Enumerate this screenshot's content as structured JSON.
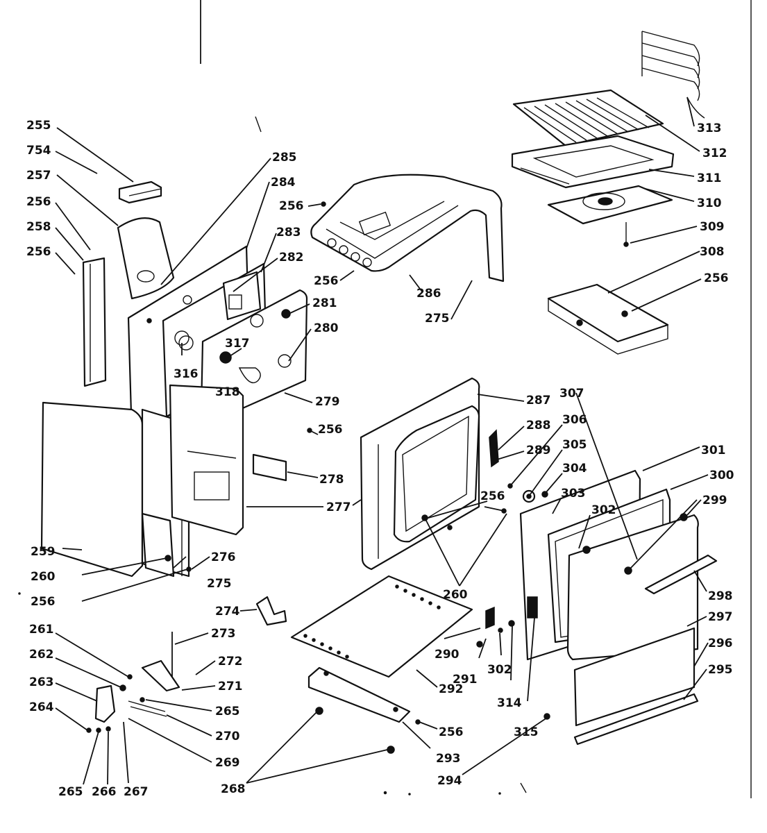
{
  "labels": {
    "l255": "255",
    "l254": "754",
    "l257": "257",
    "l256a": "256",
    "l258": "258",
    "l256b": "256",
    "l285": "285",
    "l284": "284",
    "l283": "283",
    "l282": "282",
    "l281": "281",
    "l280": "280",
    "l317": "317",
    "l318": "318",
    "l316": "316",
    "l279": "279",
    "l256c": "256",
    "l256d": "256",
    "l286": "286",
    "l275a": "275",
    "l313": "313",
    "l312": "312",
    "l311": "311",
    "l310": "310",
    "l309": "309",
    "l308": "308",
    "l256e": "256",
    "l259": "259",
    "l260a": "260",
    "l256f": "256",
    "l276": "276",
    "l275b": "275",
    "l256g": "256",
    "l278": "278",
    "l277": "277",
    "l287": "287",
    "l288": "288",
    "l289": "289",
    "l256h": "256",
    "l260b": "260",
    "l307": "307",
    "l306": "306",
    "l305": "305",
    "l304": "304",
    "l303": "303",
    "l302a": "302",
    "l301": "301",
    "l300": "300",
    "l299": "299",
    "l298": "298",
    "l297": "297",
    "l296": "296",
    "l295": "295",
    "l274": "274",
    "l273": "273",
    "l272": "272",
    "l271": "271",
    "l265a": "265",
    "l270": "270",
    "l269": "269",
    "l261": "261",
    "l262": "262",
    "l263": "263",
    "l264": "264",
    "l265b": "265",
    "l266": "266",
    "l267": "267",
    "l268": "268",
    "l290": "290",
    "l291": "291",
    "l302b": "302",
    "l314": "314",
    "l315": "315",
    "l292": "292",
    "l256i": "256",
    "l293": "293",
    "l294": "294"
  }
}
